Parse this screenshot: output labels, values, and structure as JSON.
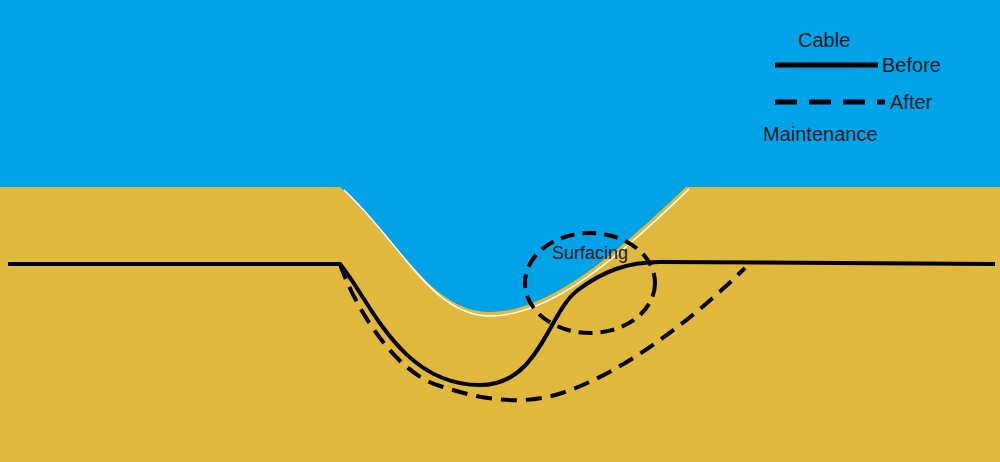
{
  "diagram": {
    "nodes": [
      {
        "text": [
          "Surfacing"
        ]
      }
    ],
    "labels": [
      "Cable",
      "Maintenance"
    ],
    "legend": [
      {
        "text": "Before"
      },
      {
        "text": "After"
      }
    ]
  }
}
